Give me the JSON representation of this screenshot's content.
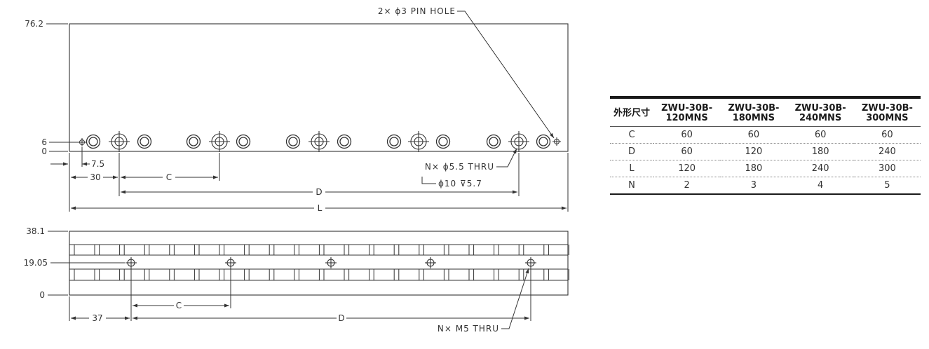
{
  "top_view": {
    "y_labels": {
      "top": "76.2",
      "pin": "6",
      "zero": "0"
    },
    "pin_hole_label": "2× ϕ3 PIN HOLE",
    "thru_label": "N× ϕ5.5 THRU",
    "counterbore_label": "ϕ10 ⊽5.7",
    "dims": {
      "offset": "7.5",
      "first": "30",
      "pitch": "C",
      "span": "D",
      "length": "L"
    }
  },
  "bottom_view": {
    "y_labels": {
      "top": "38.1",
      "mid": "19.05",
      "zero": "0"
    },
    "thread_label": "N× M5 THRU",
    "dims": {
      "first": "37",
      "pitch": "C",
      "span": "D"
    }
  },
  "table": {
    "corner": "外形尺寸",
    "columns": [
      "ZWU-30B-120MNS",
      "ZWU-30B-180MNS",
      "ZWU-30B-240MNS",
      "ZWU-30B-300MNS"
    ],
    "rows": [
      {
        "label": "C",
        "values": [
          "60",
          "60",
          "60",
          "60"
        ]
      },
      {
        "label": "D",
        "values": [
          "60",
          "120",
          "180",
          "240"
        ]
      },
      {
        "label": "L",
        "values": [
          "120",
          "180",
          "240",
          "300"
        ]
      },
      {
        "label": "N",
        "values": [
          "2",
          "3",
          "4",
          "5"
        ]
      }
    ]
  },
  "colors": {
    "line": "#333333",
    "rule": "#1a1a1a"
  }
}
